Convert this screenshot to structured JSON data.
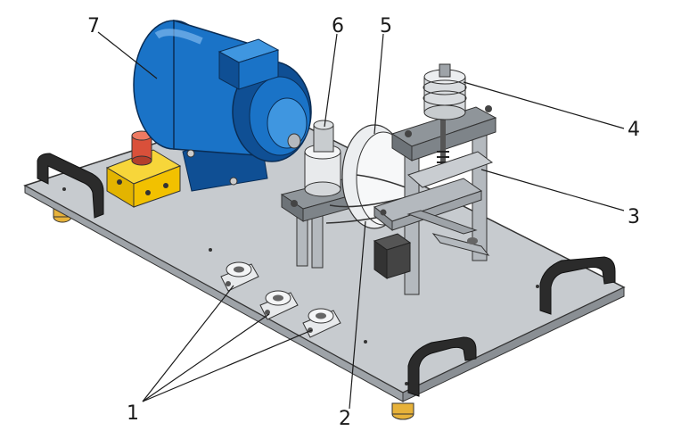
{
  "callouts": [
    {
      "id": "1",
      "label": "1"
    },
    {
      "id": "2",
      "label": "2"
    },
    {
      "id": "3",
      "label": "3"
    },
    {
      "id": "4",
      "label": "4"
    },
    {
      "id": "5",
      "label": "5"
    },
    {
      "id": "6",
      "label": "6"
    },
    {
      "id": "7",
      "label": "7"
    }
  ],
  "colors": {
    "motor": "#1a73c7",
    "motor_light": "#3f96e0",
    "motor_dark": "#0f4f94",
    "base_plate": "#c7cbcf",
    "switch_box": "#f2c100",
    "switch_button": "#d9503a",
    "handle": "#2b2b2b",
    "metal": "#b4b9be",
    "foot": "#e7b23a"
  }
}
